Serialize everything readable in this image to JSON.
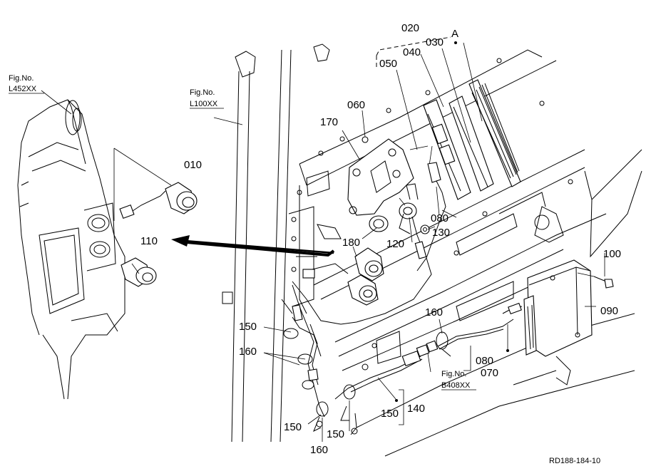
{
  "refs": {
    "l452": {
      "title": "Fig.No.",
      "code": "L452XX"
    },
    "l100": {
      "title": "Fig.No.",
      "code": "L100XX"
    },
    "b408": {
      "title": "Fig.No.",
      "code": "B408XX"
    }
  },
  "callouts": {
    "p010": "010",
    "p020": "020",
    "p030": "030",
    "p040": "040",
    "p050": "050",
    "p060": "060",
    "p070": "070",
    "p080_upper": "080",
    "p080_lower": "080",
    "p090": "090",
    "p100": "100",
    "p110": "110",
    "p120": "120",
    "p130": "130",
    "p140": "140",
    "p150_a": "150",
    "p150_b": "150",
    "p150_c": "150",
    "p150_d": "150",
    "p160_a": "160",
    "p160_b": "160",
    "p160_c": "160",
    "p170": "170",
    "p180": "180",
    "mark_a": "A"
  },
  "drawing_number": "RD188-184-10"
}
